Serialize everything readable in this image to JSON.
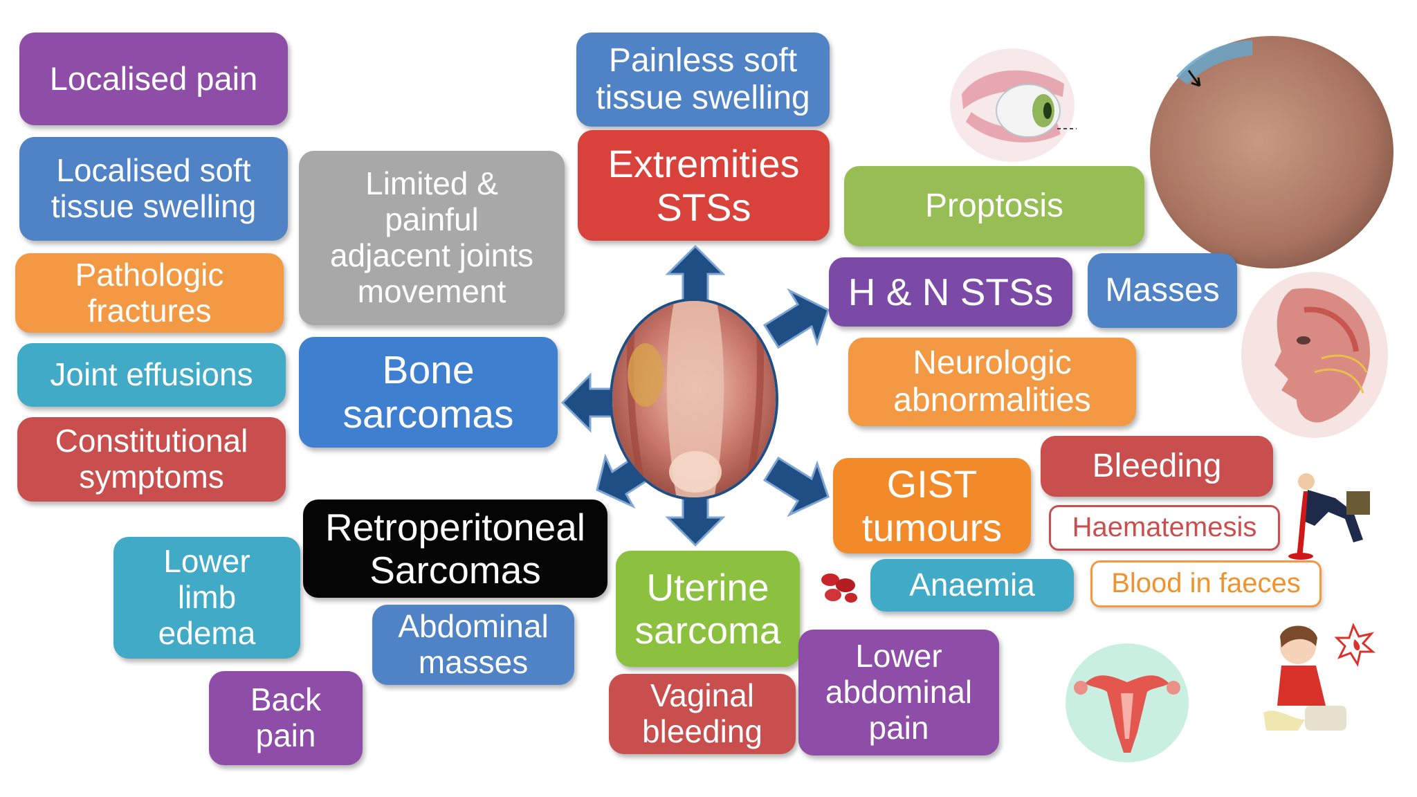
{
  "colors": {
    "purple": "#8e4ea8",
    "blue": "#4f83c5",
    "orange": "#f39944",
    "cyan": "#41aac6",
    "red": "#c94f4f",
    "gray": "#a8a8a9",
    "green": "#97bd55",
    "black": "#050505",
    "arrow": "#1f4e85"
  },
  "center": {
    "image": "muscle-tissue-illustration"
  },
  "hubs": {
    "extremities": "Extremities\nSTSs",
    "bone": "Bone\nsarcomas",
    "hn": "H & N STSs",
    "gist": "GIST\ntumours",
    "uterine": "Uterine\nsarcoma",
    "retro": "Retroperitoneal\nSarcomas"
  },
  "symptoms": {
    "localised_pain": "Localised pain",
    "localised_swelling": "Localised soft\ntissue swelling",
    "pathologic_fractures": "Pathologic\nfractures",
    "joint_effusions": "Joint effusions",
    "constitutional": "Constitutional\nsymptoms",
    "limited_joints": "Limited &\npainful\nadjacent joints\nmovement",
    "painless_swelling": "Painless soft\ntissue swelling",
    "proptosis": "Proptosis",
    "masses": "Masses",
    "neurologic": "Neurologic\nabnormalities",
    "bleeding": "Bleeding",
    "haematemesis": "Haematemesis",
    "anaemia": "Anaemia",
    "blood_faeces": "Blood in faeces",
    "lower_limb": "Lower\nlimb\nedema",
    "abdominal_masses": "Abdominal\nmasses",
    "back_pain": "Back\npain",
    "vaginal_bleeding": "Vaginal\nbleeding",
    "lower_abdominal": "Lower\nabdominal\npain"
  },
  "images": [
    "eye-proptosis-illustration",
    "skin-swelling-photo",
    "head-neck-anatomy-illustration",
    "vomiting-blood-figure",
    "red-blood-cells-icon",
    "uterus-illustration",
    "abdominal-pain-cartoon"
  ]
}
